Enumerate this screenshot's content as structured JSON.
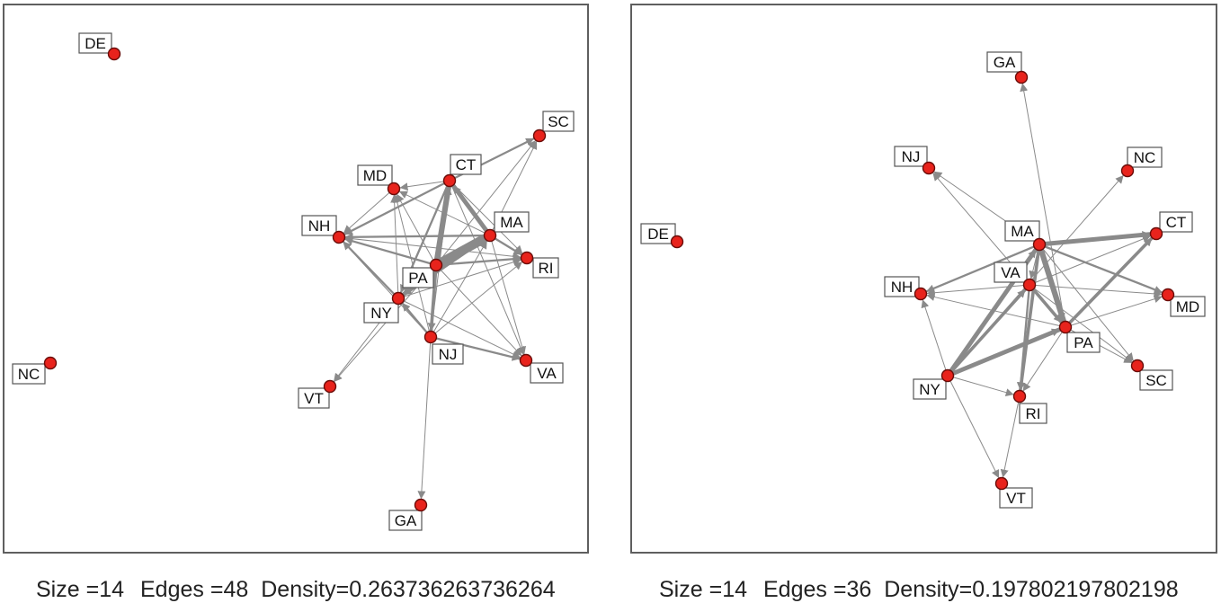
{
  "graphs": [
    {
      "caption": {
        "size_label": "Size =",
        "size": "14",
        "edges_label": "Edges =",
        "edges": "48",
        "density_label": "Density=",
        "density": "0.263736263736264"
      },
      "nodes": [
        "DE",
        "NC",
        "SC",
        "CT",
        "MD",
        "MA",
        "NH",
        "RI",
        "PA",
        "NY",
        "NJ",
        "VA",
        "VT",
        "GA"
      ],
      "edges": [
        [
          "PA",
          "MA",
          8
        ],
        [
          "PA",
          "CT",
          5
        ],
        [
          "MA",
          "CT",
          4
        ],
        [
          "PA",
          "NJ",
          3
        ],
        [
          "PA",
          "NY",
          3
        ],
        [
          "MA",
          "NY",
          3
        ],
        [
          "MA",
          "NH",
          2
        ],
        [
          "MA",
          "RI",
          2
        ],
        [
          "PA",
          "RI",
          2
        ],
        [
          "PA",
          "NH",
          2
        ],
        [
          "CT",
          "NH",
          2
        ],
        [
          "NY",
          "NH",
          2
        ],
        [
          "CT",
          "NY",
          2
        ],
        [
          "NJ",
          "NY",
          2
        ],
        [
          "CT",
          "SC",
          2
        ],
        [
          "PA",
          "SC",
          1
        ],
        [
          "MA",
          "SC",
          1
        ],
        [
          "CT",
          "MD",
          1
        ],
        [
          "MA",
          "MD",
          1
        ],
        [
          "PA",
          "MD",
          1
        ],
        [
          "NJ",
          "MD",
          1
        ],
        [
          "NY",
          "MD",
          1
        ],
        [
          "NJ",
          "MA",
          1
        ],
        [
          "NJ",
          "CT",
          1
        ],
        [
          "NJ",
          "RI",
          1
        ],
        [
          "NY",
          "RI",
          1
        ],
        [
          "CT",
          "RI",
          1
        ],
        [
          "NJ",
          "VA",
          2
        ],
        [
          "PA",
          "VA",
          1
        ],
        [
          "MA",
          "VA",
          1
        ],
        [
          "CT",
          "VA",
          1
        ],
        [
          "NY",
          "VA",
          1
        ],
        [
          "NY",
          "VT",
          1
        ],
        [
          "PA",
          "VT",
          1
        ],
        [
          "NJ",
          "GA",
          1
        ],
        [
          "NH",
          "RI",
          1
        ],
        [
          "MD",
          "NH",
          1
        ],
        [
          "NJ",
          "NH",
          1
        ]
      ]
    },
    {
      "caption": {
        "size_label": "Size =",
        "size": "14",
        "edges_label": "Edges =",
        "edges": "36",
        "density_label": "Density=",
        "density": "0.197802197802198"
      },
      "nodes": [
        "GA",
        "NJ",
        "NC",
        "DE",
        "MA",
        "CT",
        "VA",
        "NH",
        "MD",
        "PA",
        "SC",
        "NY",
        "RI",
        "VT"
      ],
      "edges": [
        [
          "MA",
          "CT",
          4
        ],
        [
          "MA",
          "PA",
          5
        ],
        [
          "NY",
          "MA",
          4
        ],
        [
          "NY",
          "PA",
          4
        ],
        [
          "NY",
          "VA",
          3
        ],
        [
          "PA",
          "CT",
          3
        ],
        [
          "MA",
          "RI",
          3
        ],
        [
          "VA",
          "PA",
          3
        ],
        [
          "MA",
          "NH",
          2
        ],
        [
          "MA",
          "MD",
          2
        ],
        [
          "MA",
          "SC",
          1
        ],
        [
          "MA",
          "NJ",
          1
        ],
        [
          "PA",
          "GA",
          1
        ],
        [
          "NY",
          "NC",
          1
        ],
        [
          "VA",
          "NH",
          1
        ],
        [
          "VA",
          "RI",
          2
        ],
        [
          "VA",
          "MD",
          1
        ],
        [
          "VA",
          "SC",
          1
        ],
        [
          "PA",
          "NH",
          1
        ],
        [
          "PA",
          "MD",
          1
        ],
        [
          "PA",
          "SC",
          1
        ],
        [
          "NY",
          "NH",
          1
        ],
        [
          "NY",
          "RI",
          1
        ],
        [
          "NY",
          "VT",
          1
        ],
        [
          "RI",
          "VT",
          1
        ],
        [
          "PA",
          "RI",
          1
        ],
        [
          "VA",
          "CT",
          1
        ],
        [
          "VA",
          "NJ",
          1
        ],
        [
          "MA",
          "VA",
          1
        ]
      ]
    }
  ]
}
